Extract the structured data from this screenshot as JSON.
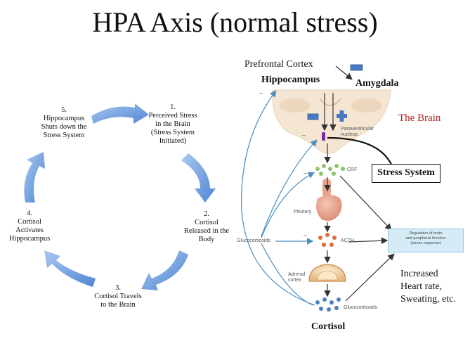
{
  "title": "HPA Axis (normal stress)",
  "cycle_steps": [
    {
      "number": "1.",
      "lines": [
        "Perceived Stress",
        "in the Brain",
        "(Stress System",
        "Initiated)"
      ]
    },
    {
      "number": "2.",
      "lines": [
        "Cortisol",
        "Released in the",
        "Body"
      ]
    },
    {
      "number": "3.",
      "lines": [
        "Cortisol Travels",
        "to the Brain"
      ]
    },
    {
      "number": "4.",
      "lines": [
        "Cortisol",
        "Activates",
        "Hippocampus"
      ]
    },
    {
      "number": "5.",
      "lines": [
        "Hippocampus",
        "Shuts down the",
        "Stress System"
      ]
    }
  ],
  "diagram": {
    "prefrontal_cortex": "Prefrontal Cortex",
    "hippocampus": "Hippocampus",
    "amygdala": "Amygdala",
    "the_brain": "The Brain",
    "paraventricular": [
      "Paraventricular",
      "nucleus"
    ],
    "stress_system": "Stress System",
    "crf": "CRF",
    "pituitary": "Pituitary",
    "glucocorticoids_left": "Glucocorticoids",
    "acth": "ACTH",
    "adrenal": [
      "Adrenal",
      "cortex"
    ],
    "glucocorticoids_bottom": "Glucocorticoids",
    "regulation": [
      "Regulation of brain",
      "and peripheral function",
      "(stress response)"
    ],
    "cortisol": "Cortisol",
    "effects": [
      "Increased",
      "Heart rate,",
      "Sweating, etc."
    ],
    "minus_sign": "–"
  },
  "colors": {
    "cycle_arrow": "#6d9fdc",
    "feedback_line": "#4a8fc0",
    "crf_dot": "#8cc46c",
    "acth_dot": "#e06a3a",
    "gluco_dot": "#4a7fc0",
    "pituitary": "#e8a48e",
    "brain_tissue": "#f5e6d3",
    "regulation_box": "#d5ecf7",
    "minus_icon": "#4a78c2",
    "the_brain_text": "#b02020"
  }
}
